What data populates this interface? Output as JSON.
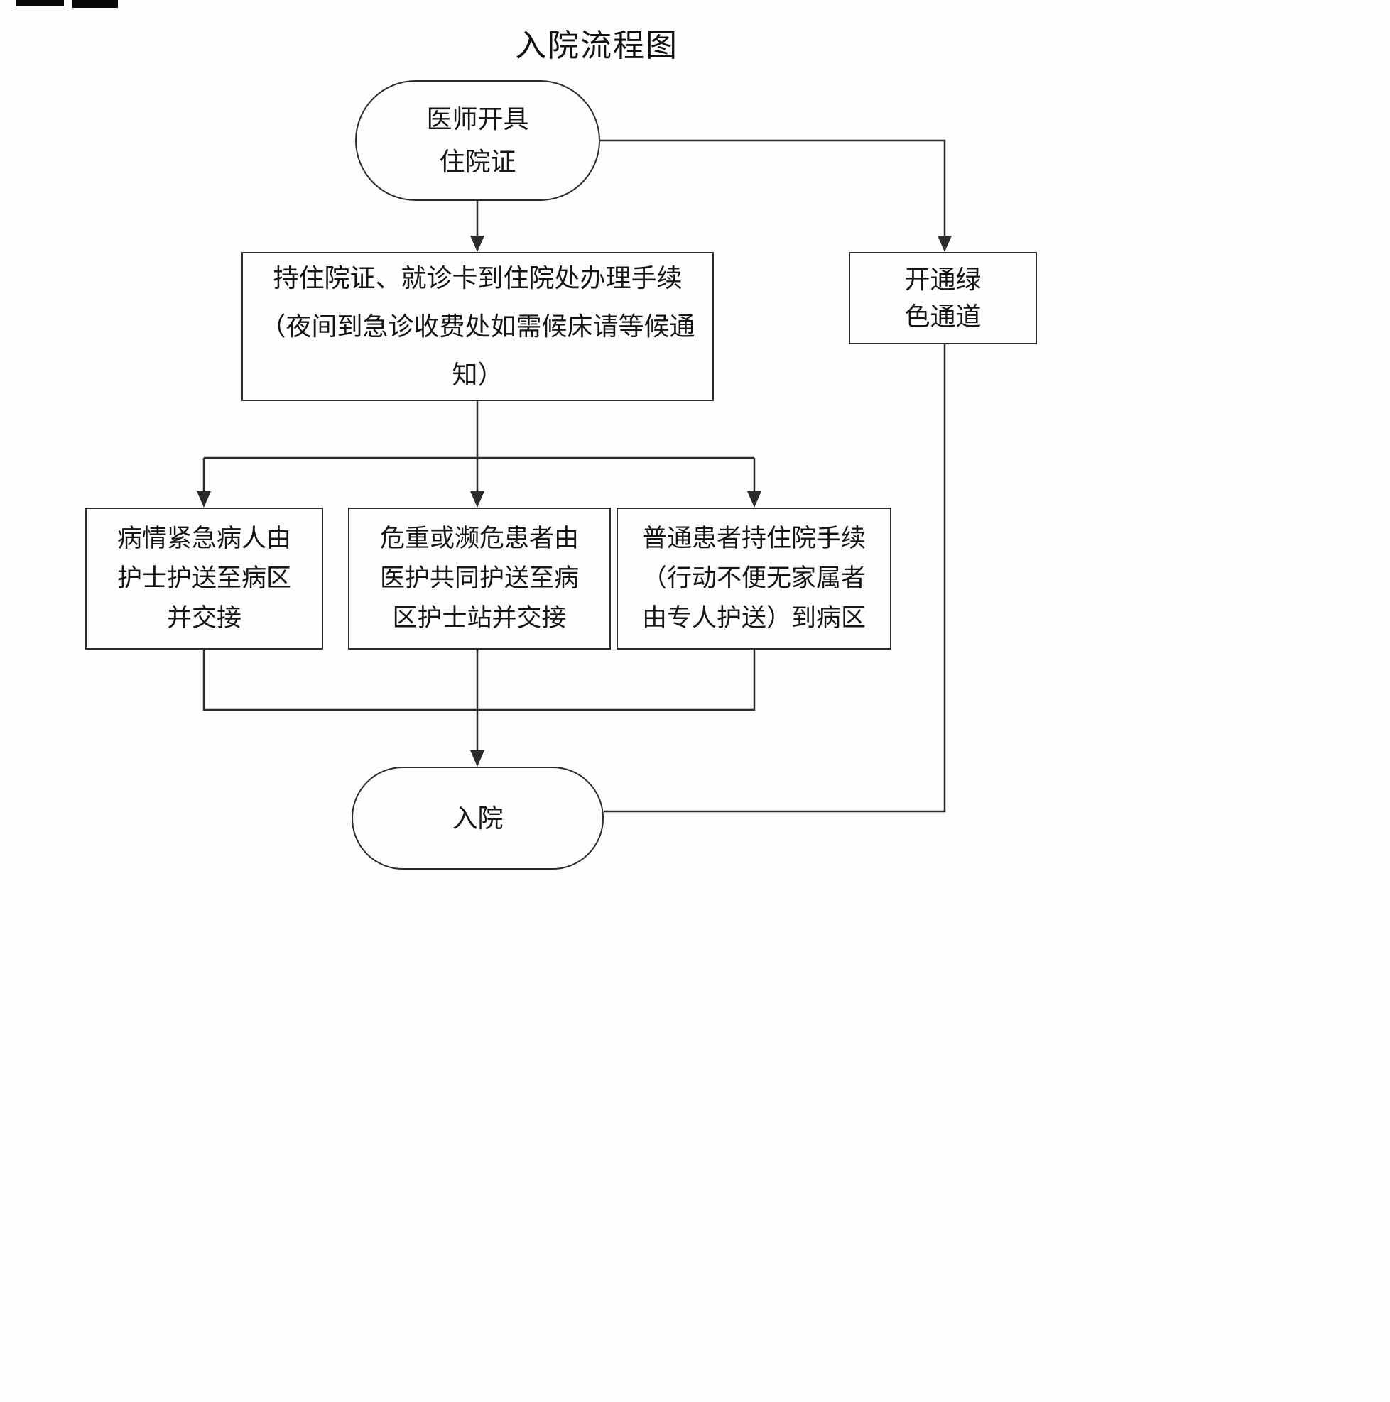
{
  "title": "入院流程图",
  "nodes": {
    "start": {
      "label": "医师开具\n住院证"
    },
    "process": {
      "label": "持住院证、就诊卡到住院处办理手续\n（夜间到急诊收费处如需候床请等候通\n知）"
    },
    "green_channel": {
      "label": "开通绿\n色通道"
    },
    "branch_urgent": {
      "label": "病情紧急病人由\n护士护送至病区\n并交接"
    },
    "branch_critical": {
      "label": "危重或濒危患者由\n医护共同护送至病\n区护士站并交接"
    },
    "branch_normal": {
      "label": "普通患者持住院手续\n（行动不便无家属者\n由专人护送）到病区"
    },
    "end": {
      "label": "入院"
    }
  }
}
